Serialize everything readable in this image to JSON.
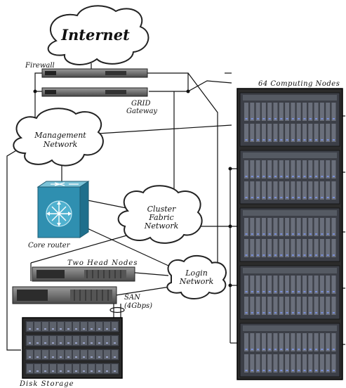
{
  "labels": {
    "internet": "Internet",
    "firewall": "Firewall",
    "grid_gateway_line1": "GRID",
    "grid_gateway_line2": "Gateway",
    "management_line1": "Management",
    "management_line2": "Network",
    "core_router": "Core router",
    "cluster_line1": "Cluster",
    "cluster_line2": "Fabric",
    "cluster_line3": "Network",
    "two_head_nodes": "Two Head Nodes",
    "login_line1": "Login",
    "login_line2": "Network",
    "san_line1": "SAN",
    "san_line2": "(4Gbps)",
    "disk_storage": "Disk Storage",
    "computing_nodes": "64 Computing Nodes"
  },
  "icons": {
    "router": "core-router-icon",
    "server": "rack-server-icon",
    "storage": "disk-array-icon",
    "cloud": "network-cloud-icon"
  },
  "colors": {
    "router_body": "#2f8fb0",
    "router_top": "#7cc3d8",
    "rack": "#2b2b2b",
    "led": "#7a8fd8"
  }
}
